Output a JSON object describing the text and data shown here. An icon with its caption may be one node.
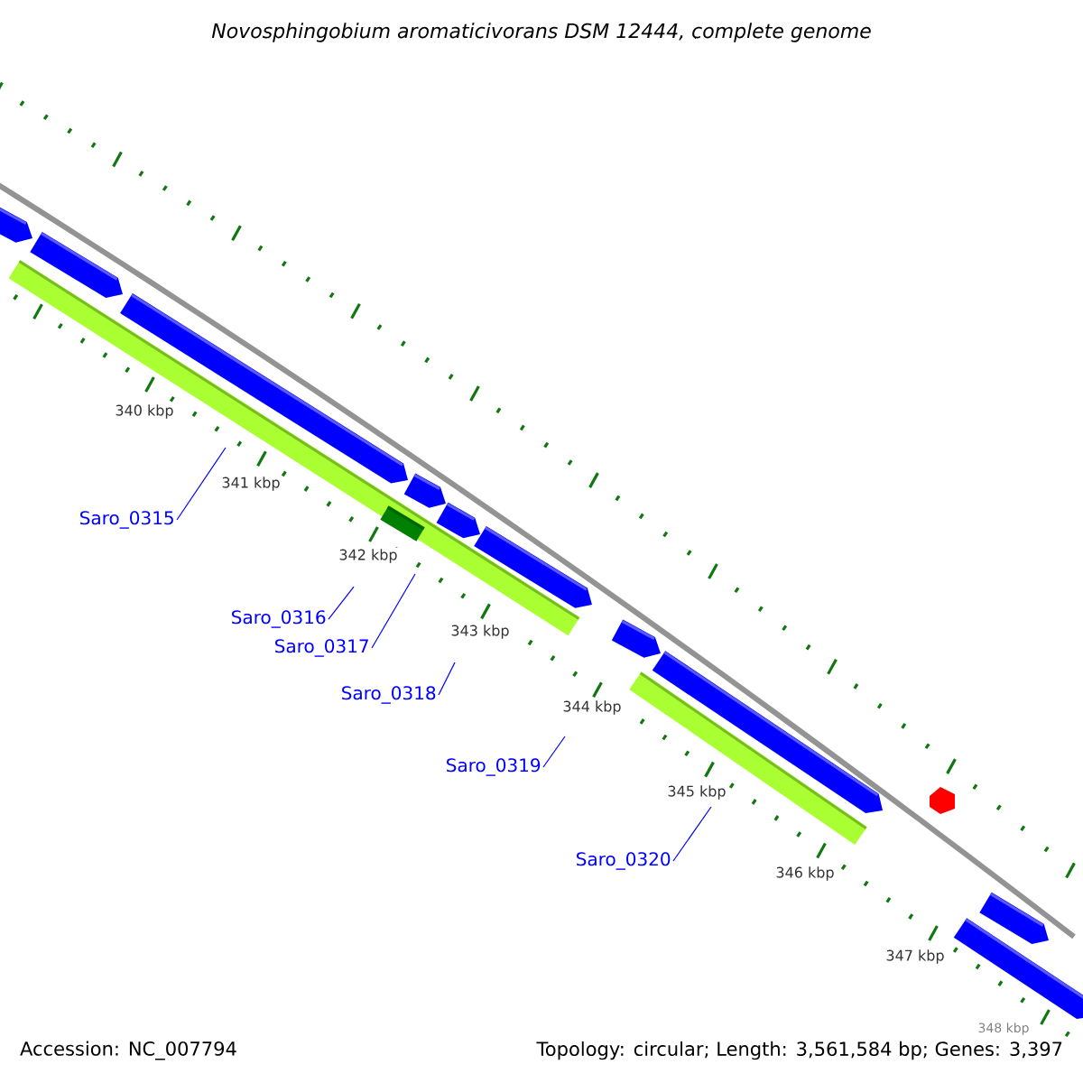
{
  "diagram": {
    "title": "Novosphingobium aromaticivorans DSM 12444, complete genome",
    "nodes": [
      {
        "text": [
          "Saro_0315"
        ]
      },
      {
        "text": [
          "Saro_0316"
        ]
      },
      {
        "text": [
          "Saro_0317"
        ]
      },
      {
        "text": [
          "Saro_0318"
        ]
      },
      {
        "text": [
          "Saro_0319"
        ]
      },
      {
        "text": [
          "Saro_0320"
        ]
      }
    ],
    "edges": [
      {
        "from": 0,
        "to": null,
        "arrow": "none"
      },
      {
        "from": 1,
        "to": null,
        "arrow": "none"
      },
      {
        "from": 2,
        "to": null,
        "arrow": "none"
      },
      {
        "from": 3,
        "to": null,
        "arrow": "none"
      },
      {
        "from": 4,
        "to": null,
        "arrow": "none"
      },
      {
        "from": 5,
        "to": null,
        "arrow": "none"
      }
    ],
    "labels": [
      "340 kbp",
      "341 kbp",
      "342 kbp",
      "343 kbp",
      "344 kbp",
      "345 kbp",
      "346 kbp",
      "347 kbp",
      "348 kbp",
      "Accession: NC_007794",
      "Topology: circular; Length: 3,561,584 bp; Genes: 3,397"
    ]
  }
}
